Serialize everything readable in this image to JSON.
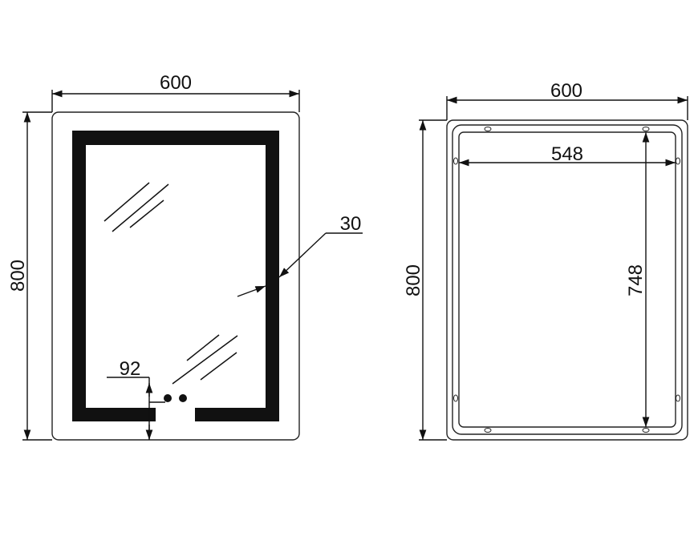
{
  "front_view": {
    "width_label": "600",
    "height_label": "800",
    "border_label": "30",
    "gap_label": "92"
  },
  "back_view": {
    "width_label": "600",
    "height_label": "800",
    "inner_width_label": "548",
    "inner_height_label": "748"
  }
}
